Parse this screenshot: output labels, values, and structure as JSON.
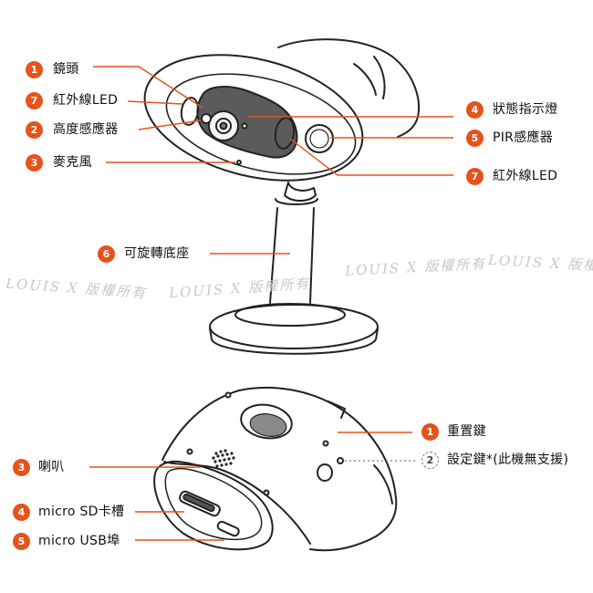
{
  "colors": {
    "accent": "#E5531A",
    "line": "#222222",
    "leader": "#E5531A"
  },
  "watermark": "LOUIS X 版權所有",
  "top_callouts": [
    {
      "num": "1",
      "text": "鏡頭"
    },
    {
      "num": "7",
      "text": "紅外線LED"
    },
    {
      "num": "2",
      "text": "高度感應器"
    },
    {
      "num": "3",
      "text": "麥克風"
    },
    {
      "num": "4",
      "text": "狀態指示燈"
    },
    {
      "num": "5",
      "text": "PIR感應器"
    },
    {
      "num": "7",
      "text": "紅外線LED"
    },
    {
      "num": "6",
      "text": "可旋轉底座"
    }
  ],
  "bottom_callouts": [
    {
      "num": "1",
      "text": "重置鍵"
    },
    {
      "num": "2",
      "text": "設定鍵*(此機無支援)"
    },
    {
      "num": "3",
      "text": "喇叭"
    },
    {
      "num": "4",
      "text": "micro SD卡槽"
    },
    {
      "num": "5",
      "text": "micro USB埠"
    }
  ]
}
